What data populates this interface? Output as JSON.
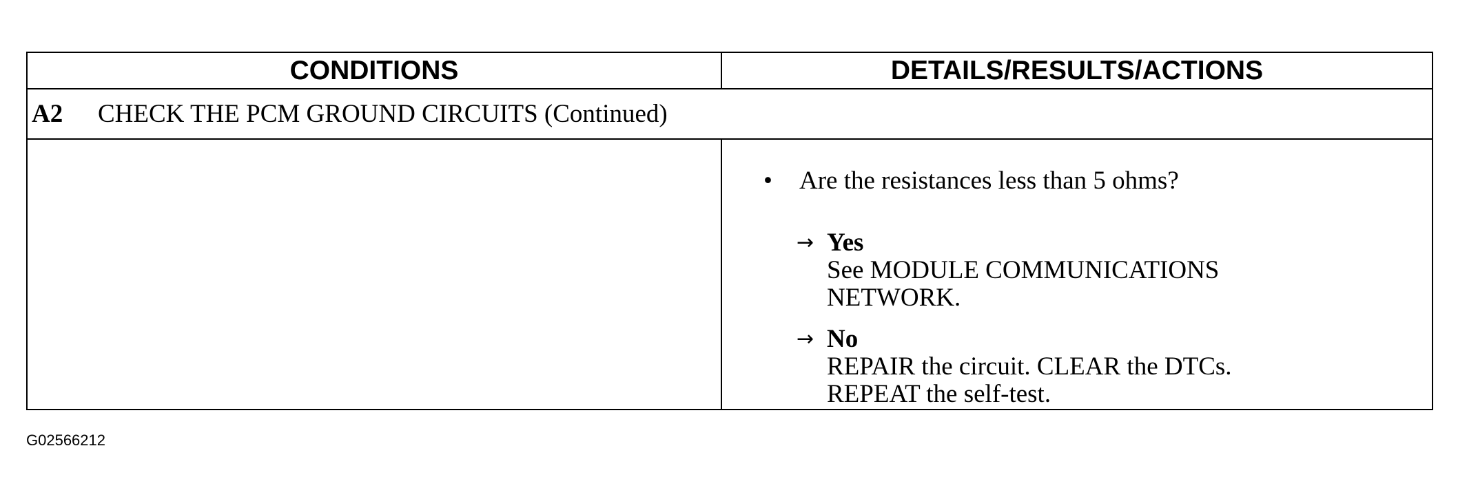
{
  "table": {
    "headers": {
      "conditions": "CONDITIONS",
      "details": "DETAILS/RESULTS/ACTIONS"
    },
    "step": {
      "id": "A2",
      "title": "CHECK THE PCM GROUND CIRCUITS (Continued)"
    },
    "conditions_text": "",
    "question": "Are the resistances less than 5 ohms?",
    "actions": [
      {
        "label": "Yes",
        "lines": [
          "See MODULE COMMUNICATIONS",
          "NETWORK."
        ]
      },
      {
        "label": "No",
        "lines": [
          "REPAIR the circuit. CLEAR the DTCs.",
          "REPEAT the self-test."
        ]
      }
    ]
  },
  "figure_id": "G02566212",
  "icons": {
    "bullet": "bullet-icon",
    "arrow": "right-arrow-icon"
  }
}
